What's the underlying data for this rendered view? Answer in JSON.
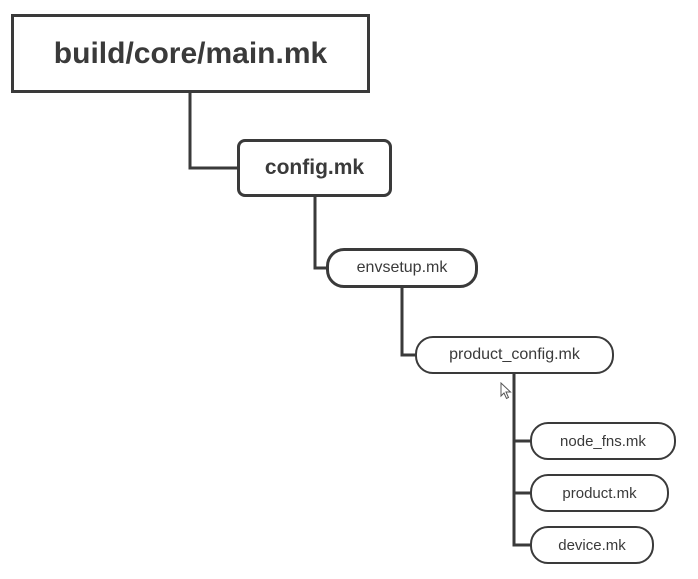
{
  "diagram": {
    "root": {
      "label": "build/core/main.mk"
    },
    "config": {
      "label": "config.mk"
    },
    "envsetup": {
      "label": "envsetup.mk"
    },
    "product_config": {
      "label": "product_config.mk"
    },
    "leaves": [
      {
        "label": "node_fns.mk"
      },
      {
        "label": "product.mk"
      },
      {
        "label": "device.mk"
      }
    ]
  },
  "colors": {
    "line": "#3a3a3a",
    "background": "#ffffff"
  }
}
